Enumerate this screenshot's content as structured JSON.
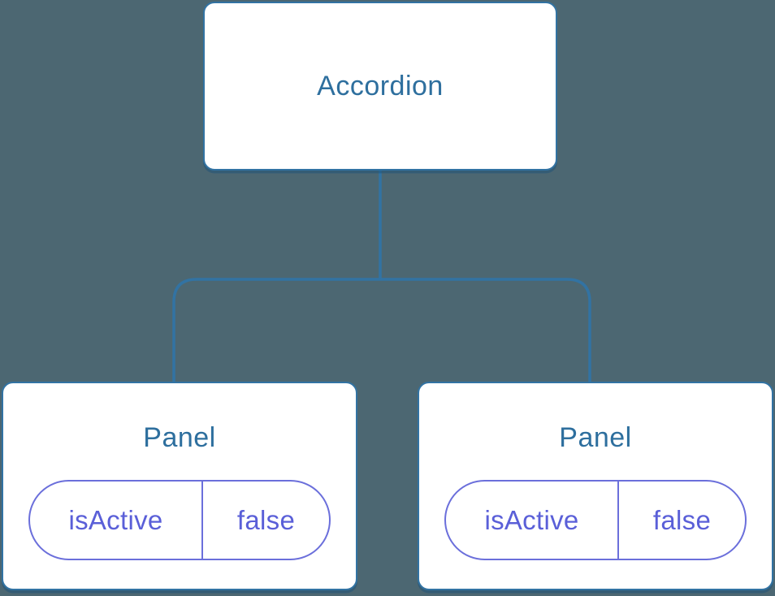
{
  "diagram": {
    "title": "component-tree",
    "root": {
      "label": "Accordion"
    },
    "children": [
      {
        "label": "Panel",
        "state_pill": {
          "name": "isActive",
          "value": "false"
        }
      },
      {
        "label": "Panel",
        "state_pill": {
          "name": "isActive",
          "value": "false"
        }
      }
    ],
    "colors": {
      "background": "#4C6772",
      "node_fill": "#FFFFFF",
      "node_border": "#3273A3",
      "node_text": "#2E6F9E",
      "connector_line": "#3273A3",
      "state_pill_border": "#6B6FDB",
      "state_pill_text": "#5A5FD8"
    }
  }
}
